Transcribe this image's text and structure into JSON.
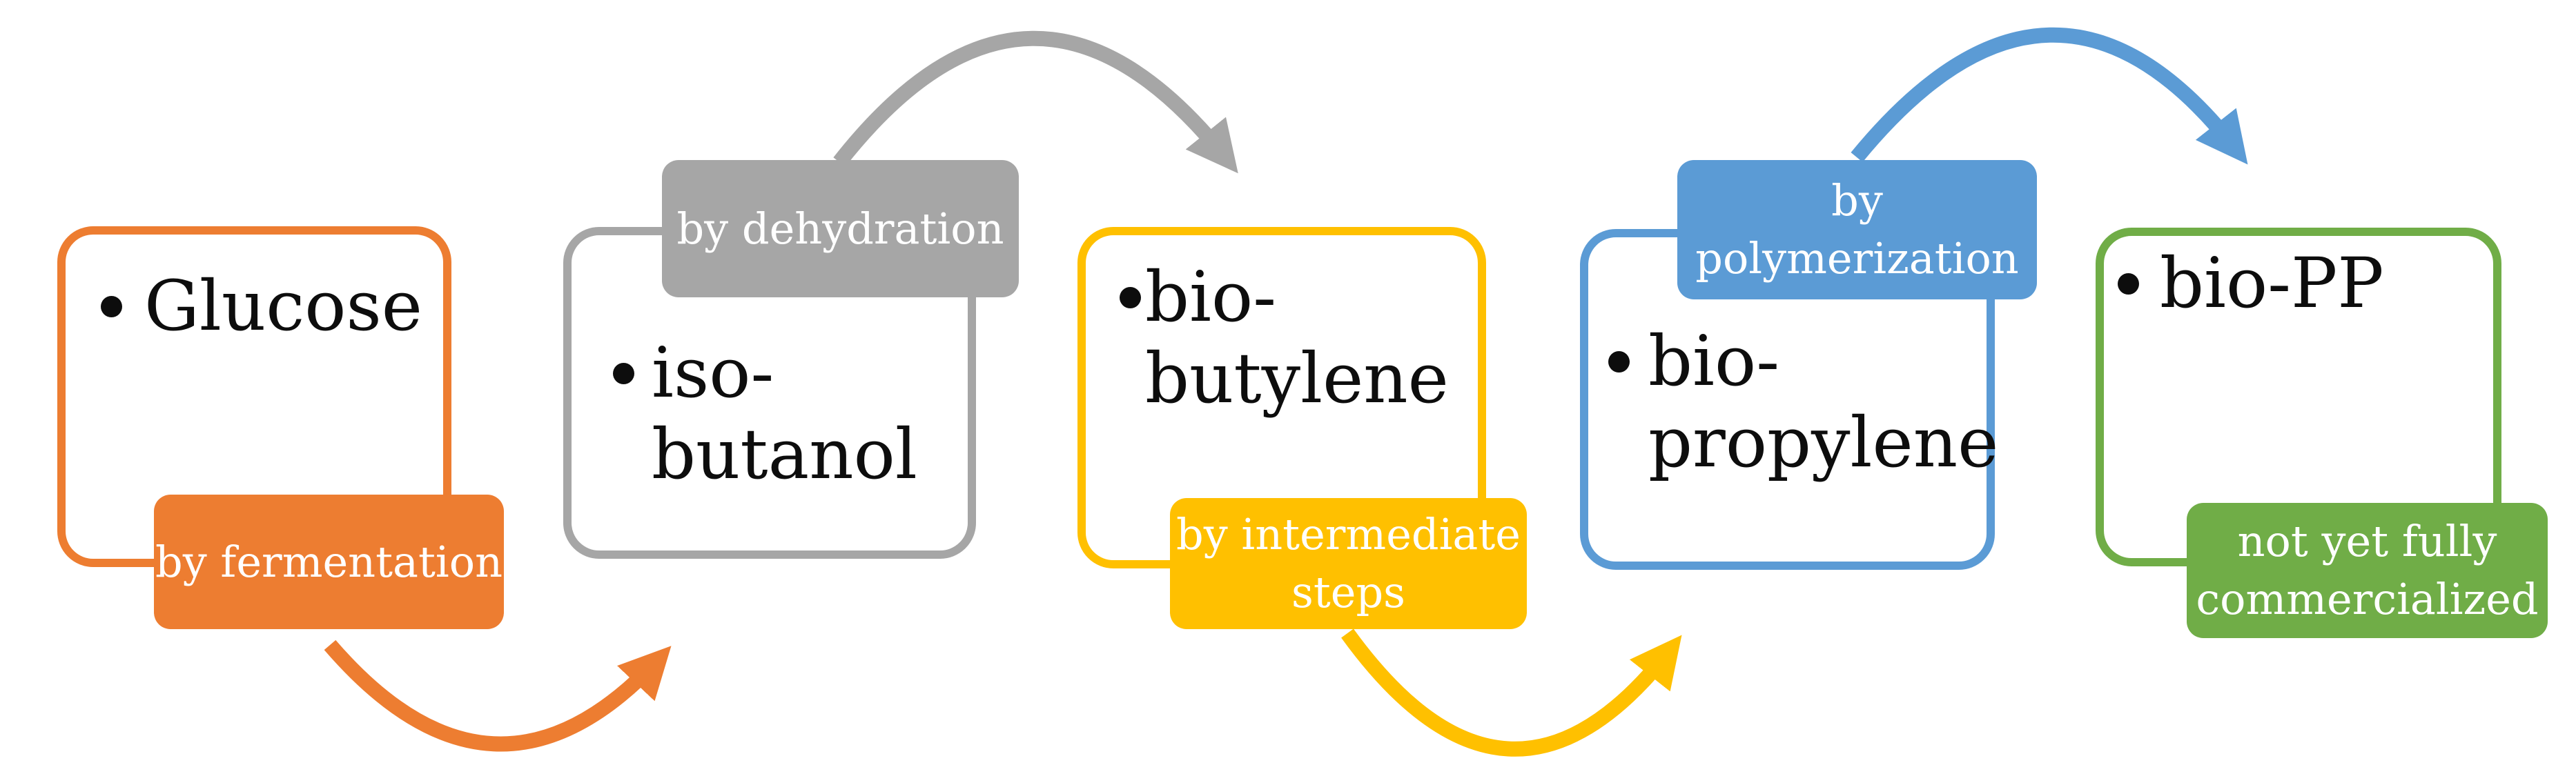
{
  "diagram": {
    "background": "#FFFFFF",
    "description": "Process flow from glucose to bio-PP",
    "stages": [
      {
        "name": "glucose",
        "color": "#ED7D31",
        "item_lines": [
          "Glucose"
        ],
        "label_lines": [
          "by fermentation"
        ],
        "label_position": "bottom"
      },
      {
        "name": "iso-butanol",
        "color": "#A6A6A6",
        "item_lines": [
          "iso-",
          "butanol"
        ],
        "label_lines": [
          "by dehydration"
        ],
        "label_position": "top"
      },
      {
        "name": "bio-butylene",
        "color": "#FFC000",
        "item_lines": [
          "bio-",
          "butylene"
        ],
        "label_lines": [
          "by intermediate",
          "steps"
        ],
        "label_position": "bottom"
      },
      {
        "name": "bio-propylene",
        "color": "#5B9BD5",
        "item_lines": [
          "bio-",
          "propylene"
        ],
        "label_lines": [
          "by",
          "polymerization"
        ],
        "label_position": "top"
      },
      {
        "name": "bio-PP",
        "color": "#70AD47",
        "item_lines": [
          "bio-PP"
        ],
        "label_lines": [
          "not yet fully",
          "commercialized"
        ],
        "label_position": "bottom"
      }
    ],
    "arrows": [
      {
        "from": "glucose",
        "to": "iso-butanol",
        "curve": "below"
      },
      {
        "from": "iso-butanol",
        "to": "bio-butylene",
        "curve": "above"
      },
      {
        "from": "bio-butylene",
        "to": "bio-propylene",
        "curve": "below"
      },
      {
        "from": "bio-propylene",
        "to": "bio-PP",
        "curve": "above"
      }
    ]
  }
}
